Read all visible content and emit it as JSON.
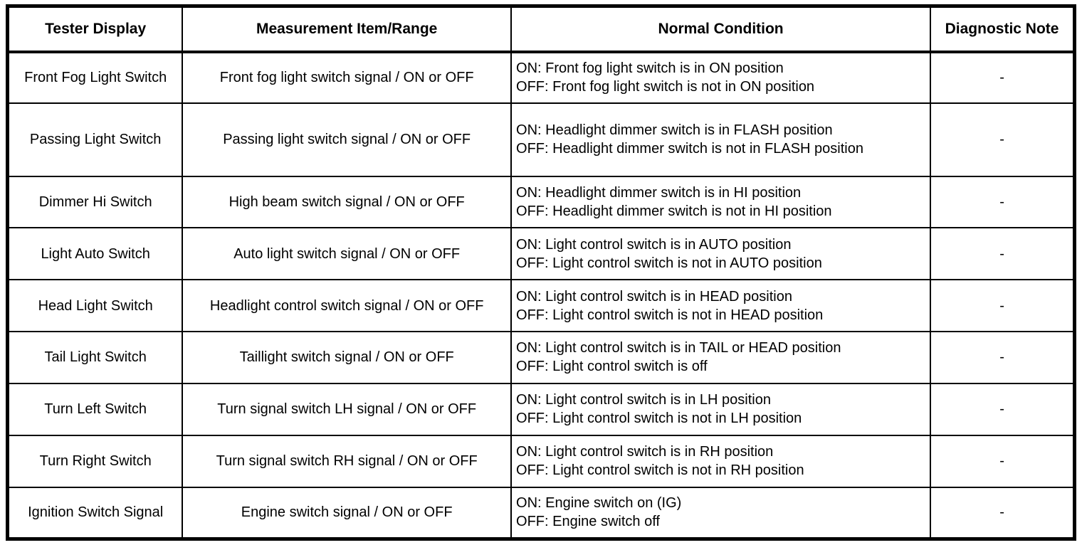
{
  "table": {
    "headers": {
      "display": "Tester Display",
      "item": "Measurement Item/Range",
      "condition": "Normal Condition",
      "note": "Diagnostic Note"
    },
    "rows": [
      {
        "display": "Front Fog Light Switch",
        "item": "Front fog light switch signal / ON or OFF",
        "condition_on": "ON: Front fog light switch is in ON position",
        "condition_off": "OFF: Front fog light switch is not in ON position",
        "note": "-"
      },
      {
        "display": "Passing Light Switch",
        "item": "Passing light switch signal / ON or OFF",
        "condition_on": "ON: Headlight dimmer switch is in FLASH position",
        "condition_off": "OFF: Headlight dimmer switch is not in FLASH position",
        "note": "-"
      },
      {
        "display": "Dimmer Hi Switch",
        "item": "High beam switch signal / ON or OFF",
        "condition_on": "ON: Headlight dimmer switch is in HI position",
        "condition_off": "OFF: Headlight dimmer switch is not in HI position",
        "note": "-"
      },
      {
        "display": "Light Auto Switch",
        "item": "Auto light switch signal / ON or OFF",
        "condition_on": "ON: Light control switch is in AUTO position",
        "condition_off": "OFF: Light control switch is not in AUTO position",
        "note": "-"
      },
      {
        "display": "Head Light Switch",
        "item": "Headlight control switch signal / ON or OFF",
        "condition_on": "ON: Light control switch is in HEAD position",
        "condition_off": "OFF: Light control switch is not in HEAD position",
        "note": "-"
      },
      {
        "display": "Tail Light Switch",
        "item": "Taillight switch signal / ON or OFF",
        "condition_on": "ON: Light control switch is in TAIL or HEAD position",
        "condition_off": "OFF: Light control switch is off",
        "note": "-"
      },
      {
        "display": "Turn Left Switch",
        "item": "Turn signal switch LH signal / ON or OFF",
        "condition_on": "ON: Light control switch is in LH position",
        "condition_off": "OFF: Light control switch is not in LH position",
        "note": "-"
      },
      {
        "display": "Turn Right Switch",
        "item": "Turn signal switch RH signal / ON or OFF",
        "condition_on": "ON: Light control switch is in RH position",
        "condition_off": "OFF: Light control switch is not in RH position",
        "note": "-"
      },
      {
        "display": "Ignition Switch Signal",
        "item": "Engine switch signal / ON or OFF",
        "condition_on": "ON: Engine switch on (IG)",
        "condition_off": "OFF: Engine switch off",
        "note": "-"
      }
    ]
  }
}
